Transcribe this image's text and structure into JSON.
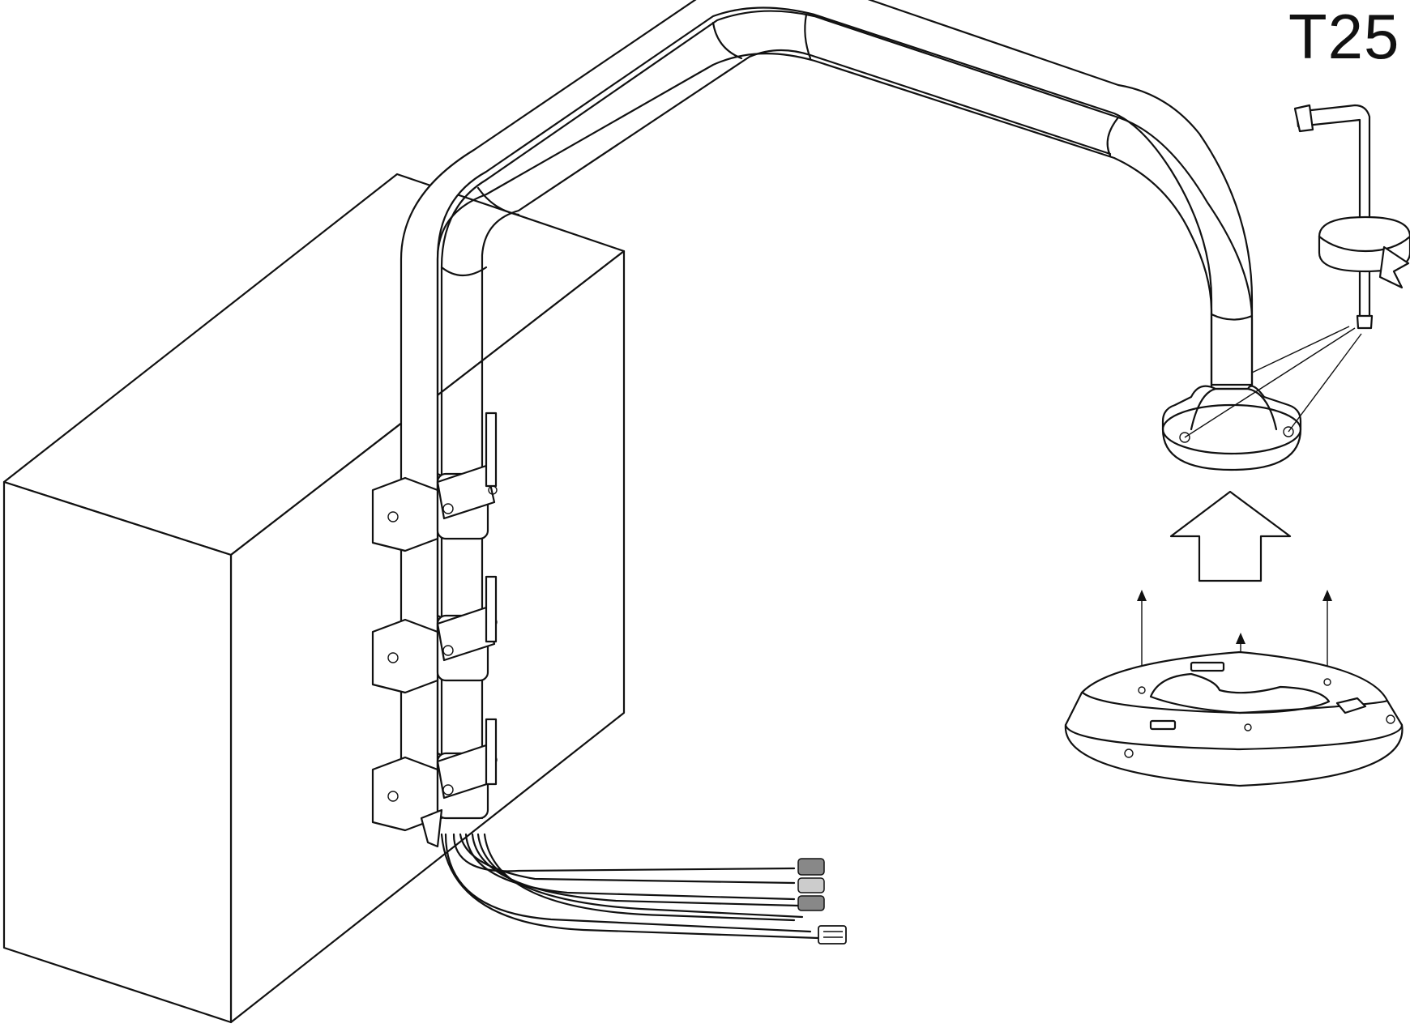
{
  "figure": {
    "tool_label": "T25",
    "colors": {
      "line": "#111111",
      "background": "#ffffff",
      "connector_shade": "#888888"
    },
    "icons": [
      "wall-box",
      "pole-bracket",
      "wall-clamp",
      "cable-bundle",
      "torx-key",
      "rotation-arrow",
      "up-arrow",
      "mount-base",
      "mounting-plate"
    ]
  }
}
